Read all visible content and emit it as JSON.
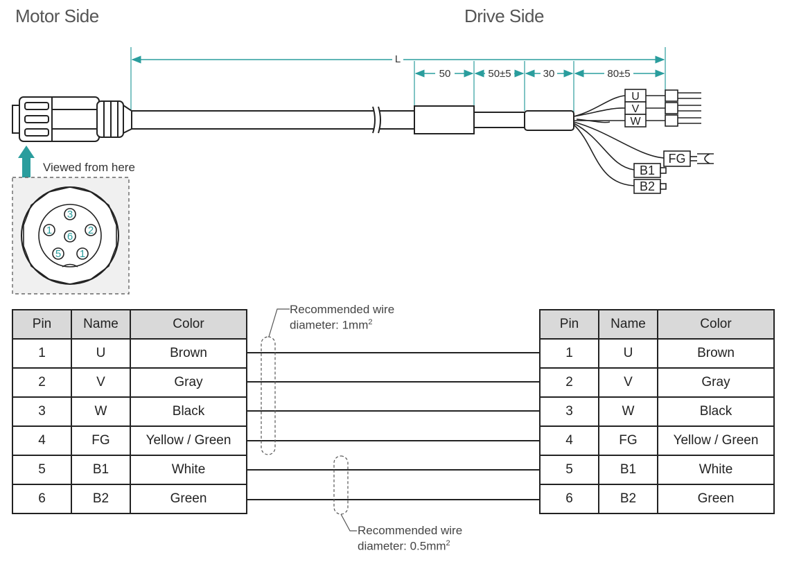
{
  "titles": {
    "motor_side": "Motor Side",
    "drive_side": "Drive Side"
  },
  "dimensions": {
    "overall": "L",
    "seg1": "50",
    "seg2": "50±5",
    "seg3": "30",
    "seg4": "80±5"
  },
  "drive_terminals": [
    "U",
    "V",
    "W",
    "FG",
    "B1",
    "B2"
  ],
  "connector": {
    "view_label": "Viewed from here",
    "pin_numbers": [
      "3",
      "1",
      "2",
      "6",
      "5",
      "1"
    ]
  },
  "table_headers": {
    "pin": "Pin",
    "name": "Name",
    "color": "Color"
  },
  "rows": [
    {
      "pin": "1",
      "name": "U",
      "color": "Brown"
    },
    {
      "pin": "2",
      "name": "V",
      "color": "Gray"
    },
    {
      "pin": "3",
      "name": "W",
      "color": "Black"
    },
    {
      "pin": "4",
      "name": "FG",
      "color": "Yellow / Green"
    },
    {
      "pin": "5",
      "name": "B1",
      "color": "White"
    },
    {
      "pin": "6",
      "name": "B2",
      "color": "Green"
    }
  ],
  "notes": {
    "upper_line1": "Recommended wire",
    "upper_line2": "diameter: 1mm",
    "upper_sup": "2",
    "lower_line1": "Recommended wire",
    "lower_line2": "diameter: 0.5mm",
    "lower_sup": "2"
  },
  "colors": {
    "accent": "#2a9d9d",
    "line": "#222222",
    "header_fill": "#d9d9d9",
    "connector_box": "#f0f0f0"
  }
}
